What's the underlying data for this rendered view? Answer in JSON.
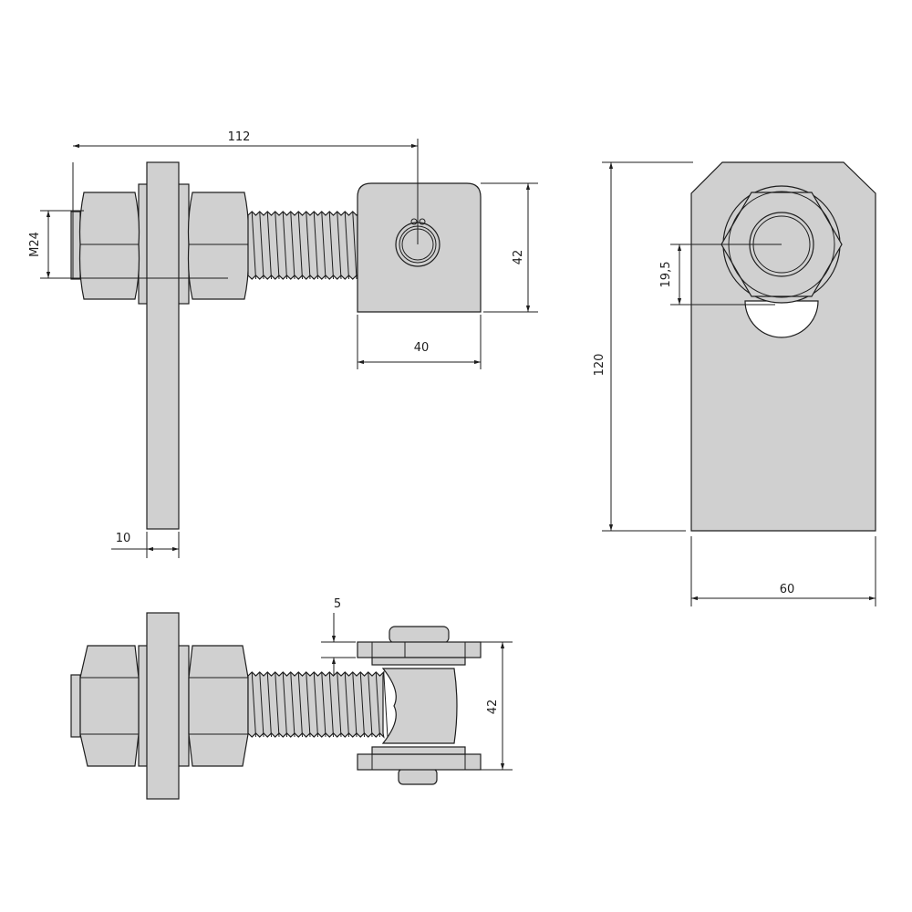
{
  "dimensions": {
    "bolt_length": "112",
    "thread_size": "M24",
    "block_height": "42",
    "block_width": "40",
    "plate_thickness": "10",
    "hole_offset": "19,5",
    "plate_height": "120",
    "plate_width": "60",
    "washer_thickness": "5",
    "hinge_height": "42"
  },
  "colors": {
    "fill": "#d0d0d0",
    "line": "#1e1e1e"
  }
}
